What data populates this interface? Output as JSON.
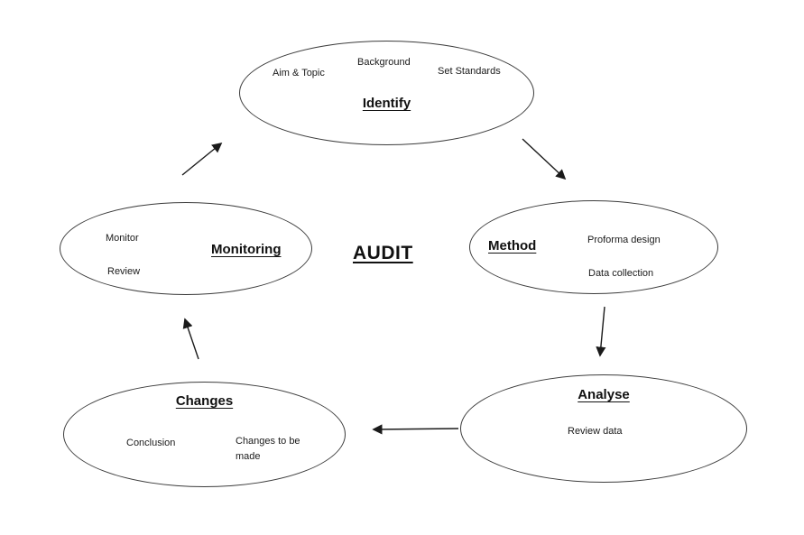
{
  "diagram": {
    "center_label": "AUDIT",
    "nodes": {
      "identify": {
        "title": "Identify",
        "items": {
          "aim_topic": "Aim & Topic",
          "background": "Background",
          "set_standards": "Set Standards"
        }
      },
      "method": {
        "title": "Method",
        "items": {
          "proforma_design": "Proforma design",
          "data_collection": "Data collection"
        }
      },
      "analyse": {
        "title": "Analyse",
        "items": {
          "review_data": "Review data"
        }
      },
      "changes": {
        "title": "Changes",
        "items": {
          "conclusion": "Conclusion",
          "changes_to_be_made": "Changes to be made"
        }
      },
      "monitoring": {
        "title": "Monitoring",
        "items": {
          "monitor": "Monitor",
          "review": "Review"
        }
      }
    },
    "colors": {
      "stroke": "#3c3c3c",
      "arrow": "#1a1a1a",
      "text": "#1a1a1a",
      "background": "#ffffff"
    }
  }
}
